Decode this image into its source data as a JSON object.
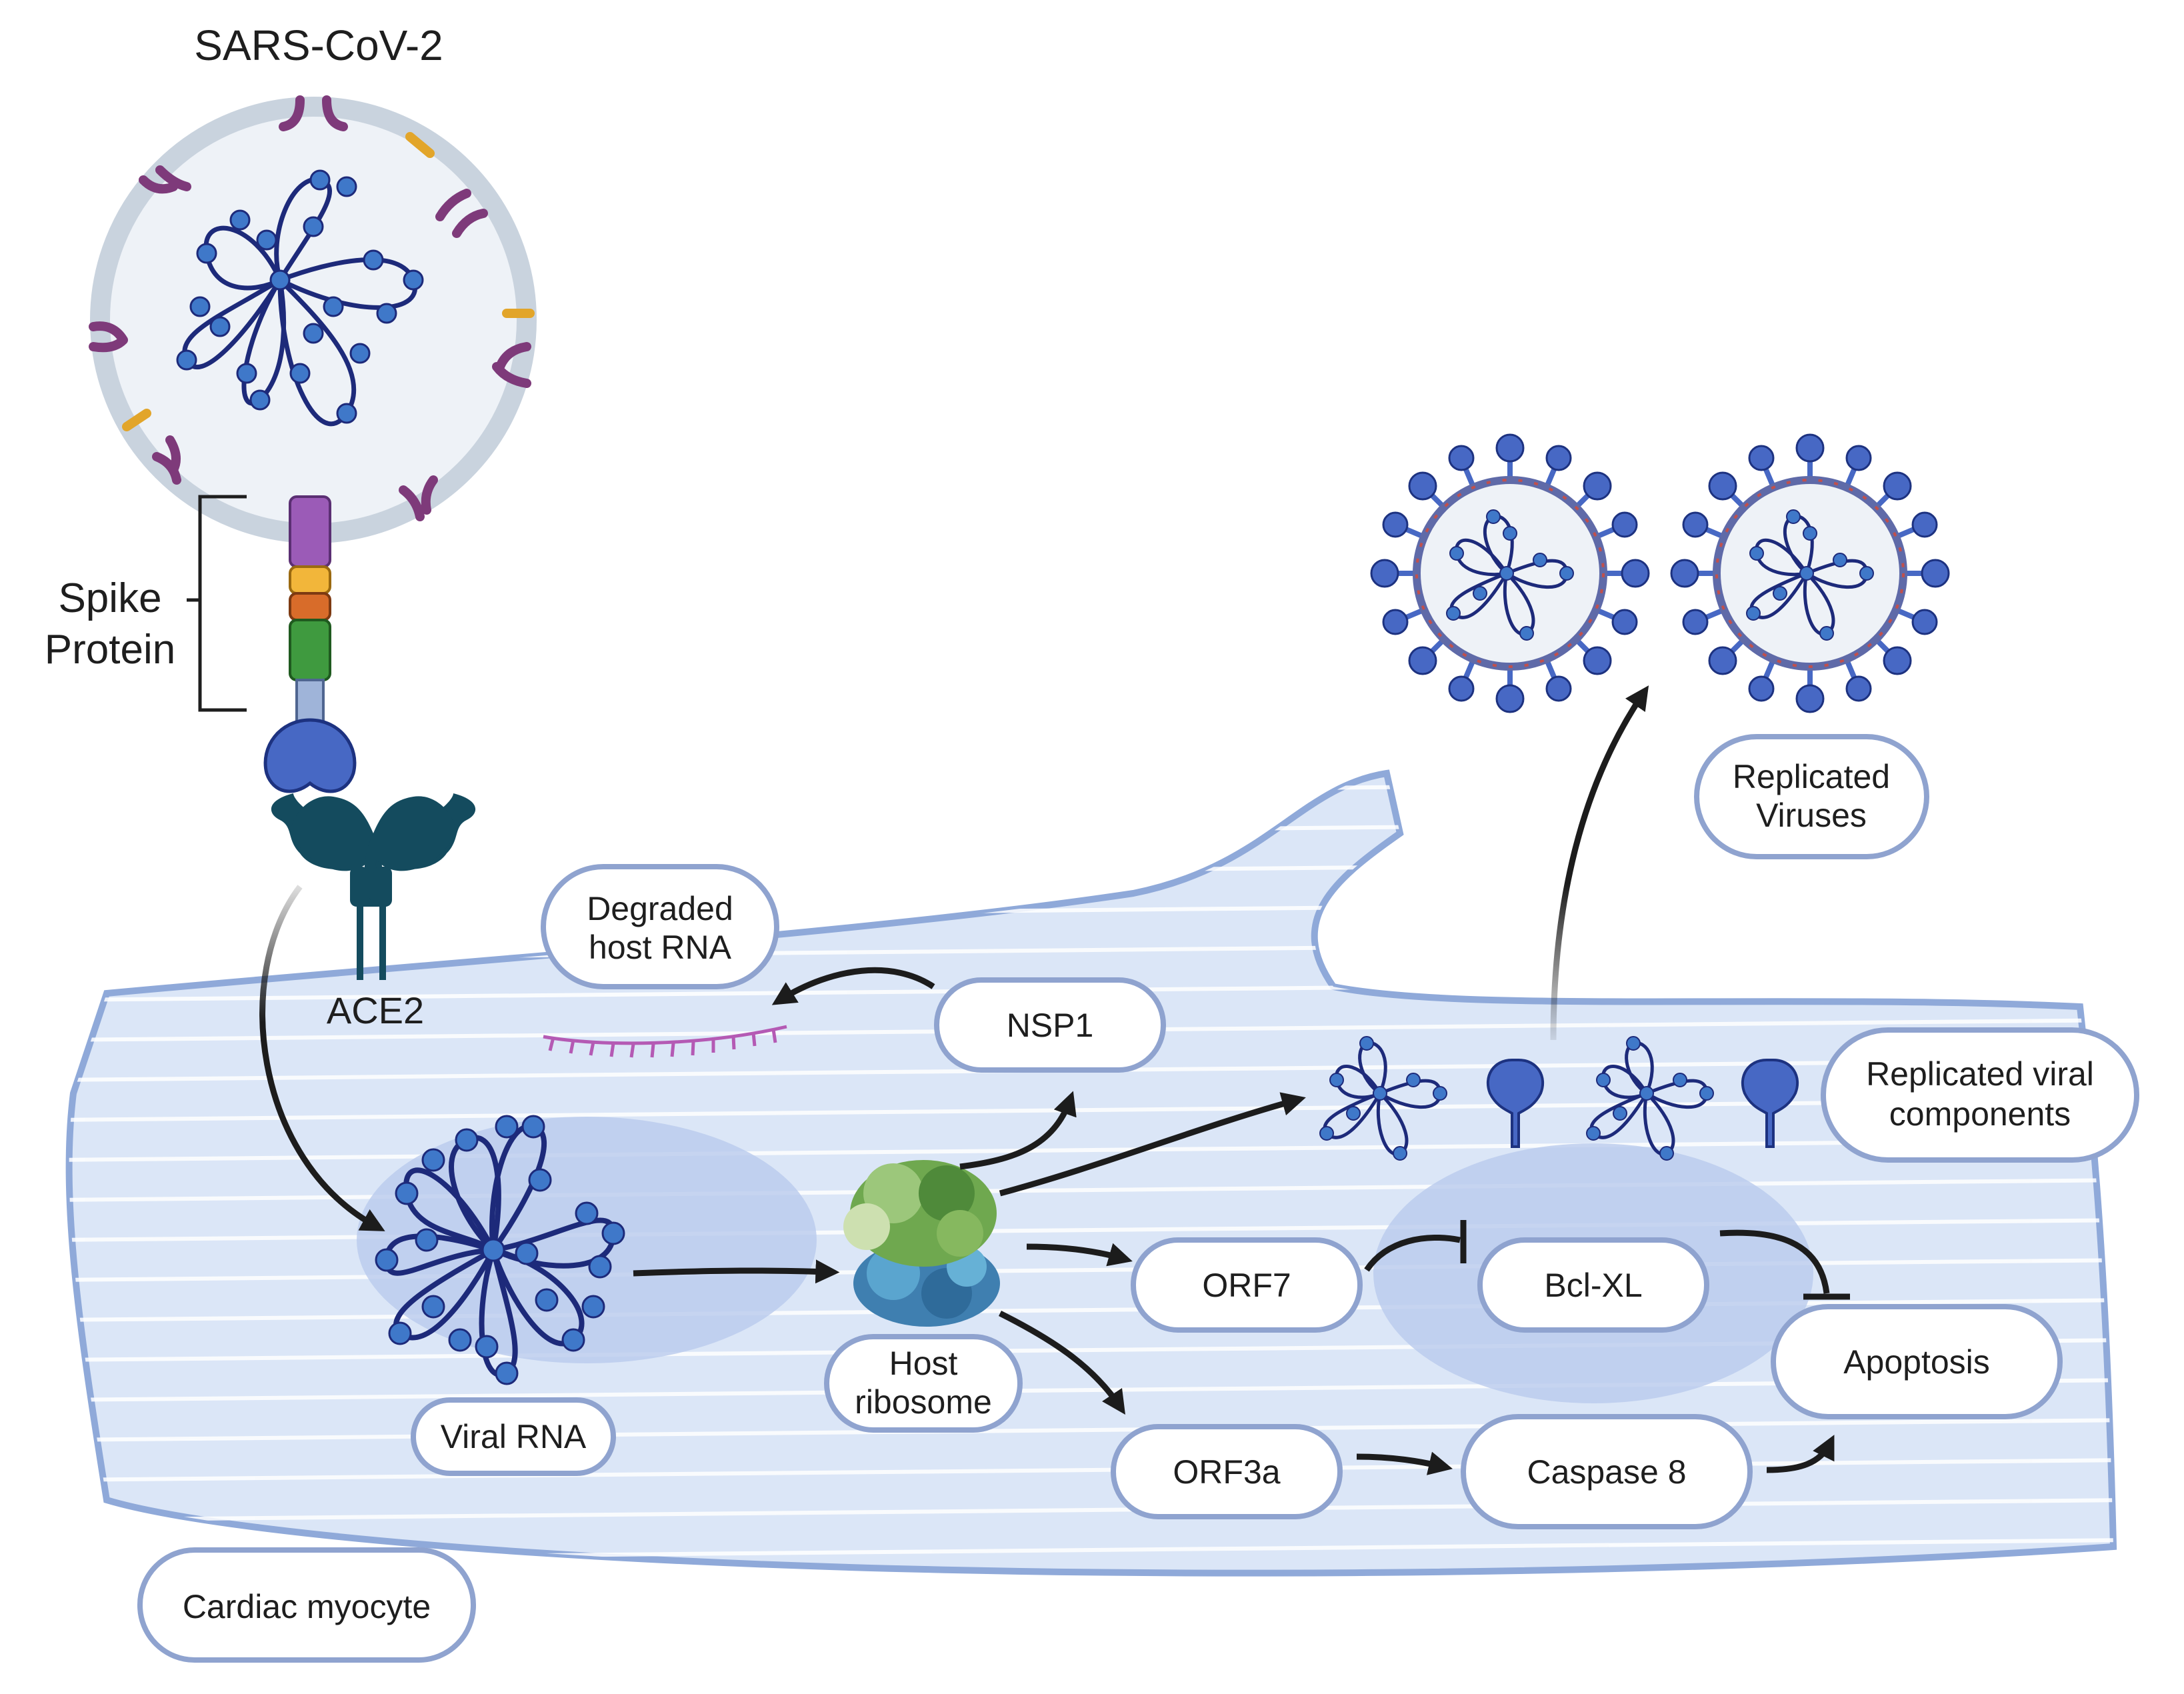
{
  "labels": {
    "virus_title": "SARS-CoV-2",
    "spike_protein_line1": "Spike",
    "spike_protein_line2": "Protein",
    "ace2": "ACE2",
    "cardiac_myocyte": "Cardiac myocyte",
    "viral_rna": "Viral RNA",
    "host_ribosome_line1": "Host",
    "host_ribosome_line2": "ribosome",
    "degraded_host_rna_line1": "Degraded",
    "degraded_host_rna_line2": "host RNA",
    "nsp1": "NSP1",
    "orf7": "ORF7",
    "bcl_xl": "Bcl-XL",
    "orf3a": "ORF3a",
    "caspase8": "Caspase 8",
    "apoptosis": "Apoptosis",
    "replicated_viral_components_line1": "Replicated viral",
    "replicated_viral_components_line2": "components",
    "replicated_viruses_line1": "Replicated",
    "replicated_viruses_line2": "Viruses"
  },
  "colors": {
    "cell_fill": "#dbe6f7",
    "cell_outline": "#8fa9d9",
    "cell_stripe": "#ffffff",
    "nucleus": "#b9cbec",
    "label_border": "#8fa3cf",
    "rna_strand": "#1d2a7a",
    "rna_bead": "#3f78c9",
    "envelope": "#c9d3de",
    "spike_purple": "#7e3a7a",
    "spike_tip": "#e2a52a",
    "ace2": "#144b5e",
    "arrow": "#1c1c1c",
    "degraded_rna": "#b45ab4",
    "ribosome_green": "#6fa84f",
    "ribosome_blue": "#3f7fb0"
  }
}
